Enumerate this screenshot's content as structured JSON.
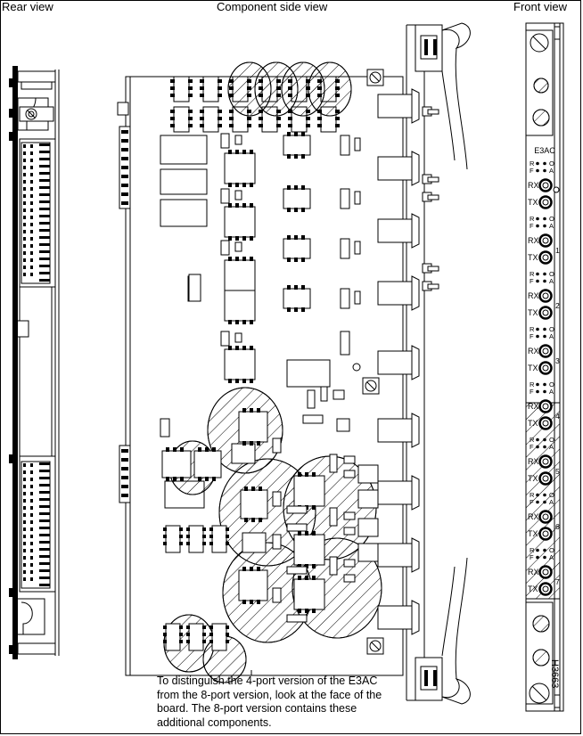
{
  "figure": {
    "id_label": "H3663",
    "caption": "To distinguish the 4-port version of the E3AC from the 8-port version, look at the face of the board. The 8-port version contains these additional components."
  },
  "titles": {
    "rear": "Rear view",
    "component_side": "Component side view",
    "front": "Front view"
  },
  "front_panel": {
    "model_label": "E3AC",
    "port_groups": [
      {
        "number": "",
        "legend_top_left": "R",
        "legend_bottom_left": "F",
        "legend_top_right": "O",
        "legend_bottom_right": "A",
        "rx_label": "RX",
        "tx_label": "TX",
        "highlighted": false
      },
      {
        "number": "1",
        "legend_top_left": "R",
        "legend_bottom_left": "F",
        "legend_top_right": "O",
        "legend_bottom_right": "A",
        "rx_label": "RX",
        "tx_label": "TX",
        "highlighted": false
      },
      {
        "number": "2",
        "legend_top_left": "R",
        "legend_bottom_left": "F",
        "legend_top_right": "O",
        "legend_bottom_right": "A",
        "rx_label": "RX",
        "tx_label": "TX",
        "highlighted": false
      },
      {
        "number": "3",
        "legend_top_left": "R",
        "legend_bottom_left": "F",
        "legend_top_right": "O",
        "legend_bottom_right": "A",
        "rx_label": "RX",
        "tx_label": "TX",
        "highlighted": false
      },
      {
        "number": "4",
        "legend_top_left": "R",
        "legend_bottom_left": "F",
        "legend_top_right": "O",
        "legend_bottom_right": "A",
        "rx_label": "RX",
        "tx_label": "TX",
        "highlighted": true
      },
      {
        "number": "5",
        "legend_top_left": "R",
        "legend_bottom_left": "F",
        "legend_top_right": "O",
        "legend_bottom_right": "A",
        "rx_label": "RX",
        "tx_label": "TX",
        "highlighted": true
      },
      {
        "number": "6",
        "legend_top_left": "R",
        "legend_bottom_left": "F",
        "legend_top_right": "O",
        "legend_bottom_right": "A",
        "rx_label": "RX",
        "tx_label": "TX",
        "highlighted": true
      },
      {
        "number": "7",
        "legend_top_left": "R",
        "legend_bottom_left": "F",
        "legend_top_right": "O",
        "legend_bottom_right": "A",
        "rx_label": "RX",
        "tx_label": "TX",
        "highlighted": true
      }
    ]
  },
  "colors": {
    "line": "#000000",
    "background": "#ffffff"
  }
}
